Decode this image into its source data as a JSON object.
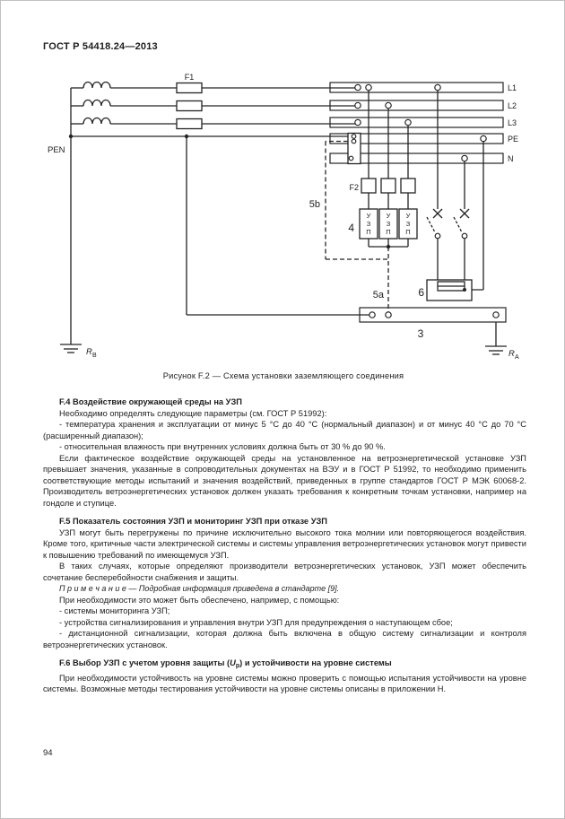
{
  "page": {
    "header": "ГОСТ Р 54418.24—2013",
    "page_number": "94"
  },
  "figure": {
    "caption": "Рисунок F.2 — Схема установки заземляющего соединения",
    "labels": {
      "fuse_main": "F1",
      "fuse_spd": "F2",
      "bus_l1": "L1",
      "bus_l2": "L2",
      "bus_l3": "L3",
      "bus_pe": "PE",
      "bus_n": "N",
      "pen": "PEN",
      "spd_group": "4",
      "conn_a": "5a",
      "conn_b": "5b",
      "device": "6",
      "earth_bar": "3",
      "spd_letters": [
        "У",
        "З",
        "П"
      ],
      "resistance_symbol": "R",
      "resistance_b_sub": "B",
      "resistance_a_sub": "A"
    }
  },
  "sections": {
    "f4": {
      "heading": "F.4 Воздействие окружающей среды на УЗП",
      "p1": "Необходимо определять следующие параметры (см. ГОСТ Р 51992):",
      "b1": "- температура хранения и эксплуатации от минус 5 °С до 40 °С (нормальный диапазон) и от минус 40 °С до 70 °С (расширенный диапазон);",
      "b2": "- относительная влажность при внутренних условиях должна быть от 30 % до 90 %.",
      "p2": "Если фактическое воздействие окружающей среды на установленное на ветроэнергетической установке УЗП превышает значения, указанные в сопроводительных документах на ВЭУ и в ГОСТ Р 51992, то необходимо применить соответствующие методы испытаний и значения воздействий, приведенных в группе стандартов ГОСТ Р МЭК 60068-2. Производитель ветроэнергетических установок должен указать требования к конкретным точкам установки, например на гондоле и ступице."
    },
    "f5": {
      "heading": "F.5 Показатель состояния УЗП и мониторинг УЗП при отказе УЗП",
      "p1": "УЗП могут быть перегружены по причине исключительно высокого тока молнии или повторяющегося воздействия. Кроме того, критичные части электрической системы и системы управления ветроэнергетических установок могут привести к повышению требований по имеющемуся УЗП.",
      "p2": "В таких случаях, которые определяют производители ветроэнергетических установок, УЗП может обеспечить сочетание бесперебойности снабжения и защиты.",
      "note": "П р и м е ч а н и е — Подробная информация приведена в стандарте [9].",
      "p3": "При необходимости это может быть обеспечено, например, с помощью:",
      "b1": "- системы мониторинга УЗП;",
      "b2": "- устройства сигнализирования и управления внутри УЗП для предупреждения о наступающем сбое;",
      "b3": "- дистанционной сигнализации, которая должна быть включена в общую систему сигнализации и контроля ветроэнергетических установок."
    },
    "f6": {
      "heading_pre": "F.6 Выбор УЗП с учетом уровня защиты (",
      "heading_u": "U",
      "heading_sub": "p",
      "heading_post": ") и устойчивости на уровне системы",
      "p1": "При необходимости устойчивость на уровне системы можно проверить с помощью испытания устойчивости на уровне системы. Возможные методы тестирования устойчивости на уровне системы описаны в приложении Н."
    }
  }
}
